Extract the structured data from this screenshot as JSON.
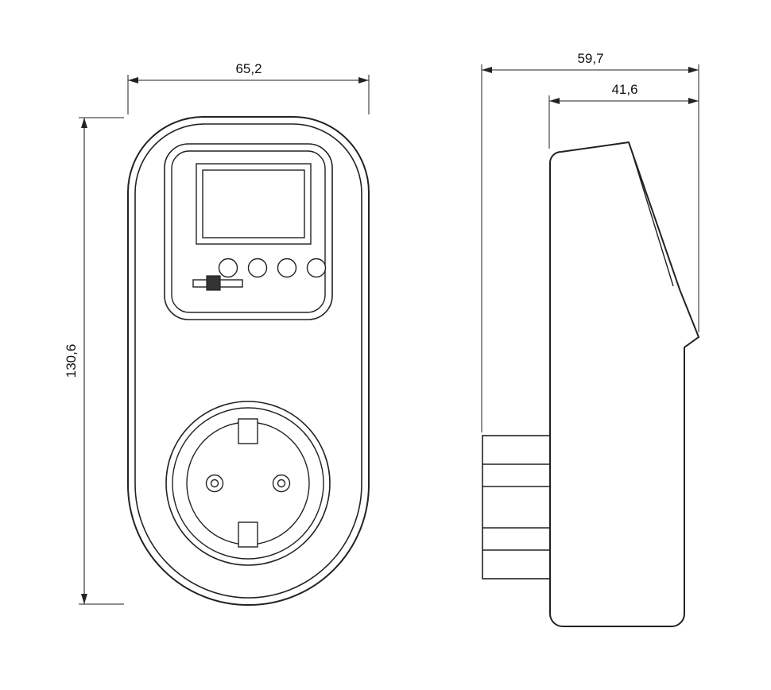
{
  "front_view": {
    "width": "65,2",
    "height": "130,6"
  },
  "side_view": {
    "total_depth": "59,7",
    "body_depth": "41,6"
  },
  "colors": {
    "line": "#222222",
    "background": "#ffffff"
  }
}
